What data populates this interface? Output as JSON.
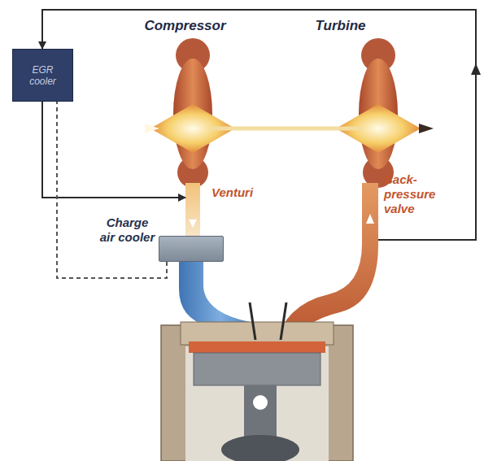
{
  "diagram": {
    "nodes": [
      {
        "text": [
          "EGR cooler"
        ]
      },
      {
        "text": [
          "Compressor"
        ]
      },
      {
        "text": [
          "Turbine"
        ]
      },
      {
        "text": [
          "Charge air cooler"
        ]
      }
    ],
    "edges": [
      {
        "from": 2,
        "to": 0,
        "arrow": "to"
      },
      {
        "from": 0,
        "to": 1,
        "arrow": "to"
      },
      {
        "from": 3,
        "to": 0,
        "arrow": "none"
      }
    ],
    "labels": [
      "Venturi",
      "Back-pressure valve"
    ]
  }
}
